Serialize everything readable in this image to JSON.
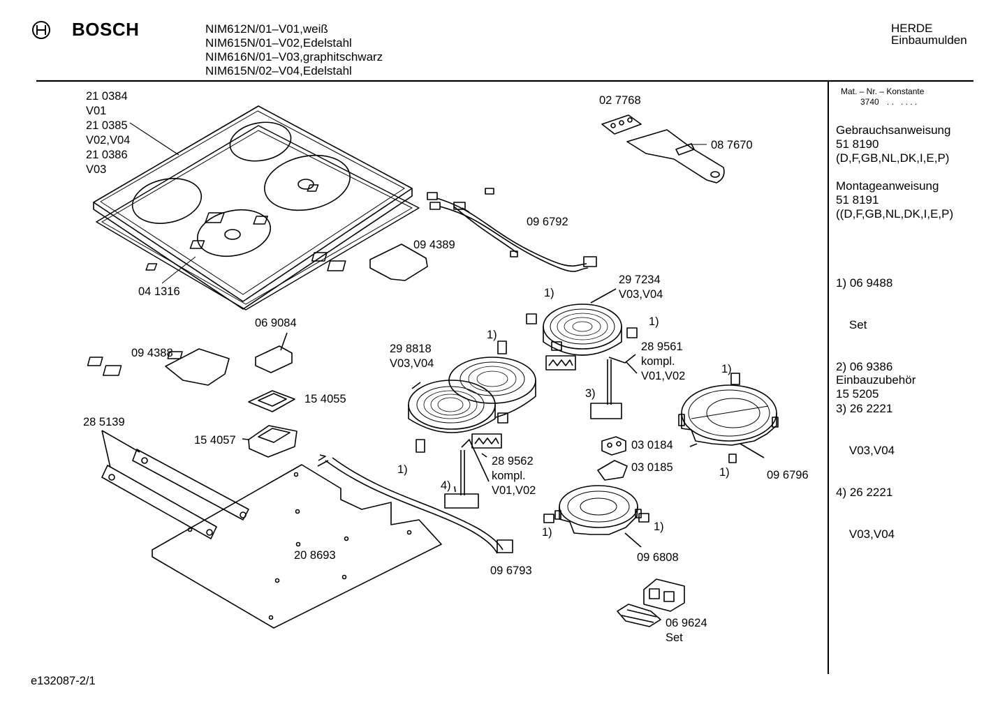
{
  "header": {
    "brand": "BOSCH",
    "models": [
      "NIM612N/01–V01,weiß",
      "NIM615N/01–V02,Edelstahl",
      "NIM616N/01–V03,graphitschwarz",
      "NIM615N/02–V04,Edelstahl"
    ],
    "category": [
      "HERDE",
      "Einbaumulden"
    ]
  },
  "sidebar": {
    "mat_label": "Mat. – Nr. – Konstante",
    "mat_value": "3740",
    "mat_dots": ". .   . . . .",
    "sections": [
      {
        "title": "Gebrauchsanweisung",
        "lines": [
          "51 8190",
          "(D,F,GB,NL,DK,I,E,P)"
        ]
      },
      {
        "title": "Montageanweisung",
        "lines": [
          "51 8191",
          "((D,F,GB,NL,DK,I,E,P)"
        ]
      }
    ],
    "notes": [
      "1) 06 9488",
      "    Set",
      "2) 06 9386",
      "3) 26 2221",
      "    V03,V04",
      "4) 26 2221",
      "    V03,V04"
    ],
    "accessory_title": "Einbauzubehör",
    "accessory_value": "15 5205"
  },
  "footer": {
    "drawing_id": "e132087-2/1"
  },
  "labels": {
    "l210384": "21 0384",
    "lV01": "V01",
    "l210385": "21 0385",
    "lV02V04": "V02,V04",
    "l210386": "21 0386",
    "lV03": "V03",
    "l041316": "04 1316",
    "l027768": "02 7768",
    "l087670": "08 7670",
    "l096792": "09 6792",
    "l094389": "09 4389",
    "l069084": "06 9084",
    "l094388": "09 4388",
    "l154055": "15 4055",
    "l154057": "15 4057",
    "l285139": "28 5139",
    "l208693": "20 8693",
    "l096793": "09 6793",
    "l298818": "29 8818",
    "lV03V04a": "V03,V04",
    "l289562": "28 9562",
    "lkompl1": "kompl.",
    "lV01V02a": "V01,V02",
    "l297234": "29 7234",
    "lV03V04b": "V03,V04",
    "l289561": "28 9561",
    "lkompl2": "kompl.",
    "lV01V02b": "V01,V02",
    "l030184": "03 0184",
    "l030185": "03 0185",
    "l096796": "09 6796",
    "l096808": "09 6808",
    "l069624": "06 9624",
    "lSet": "Set",
    "n1a": "1)",
    "n1b": "1)",
    "n1c": "1)",
    "n1d": "1)",
    "n1e": "1)",
    "n1f": "1)",
    "n1g": "1)",
    "n1h": "1)",
    "n3": "3)",
    "n4": "4)"
  }
}
